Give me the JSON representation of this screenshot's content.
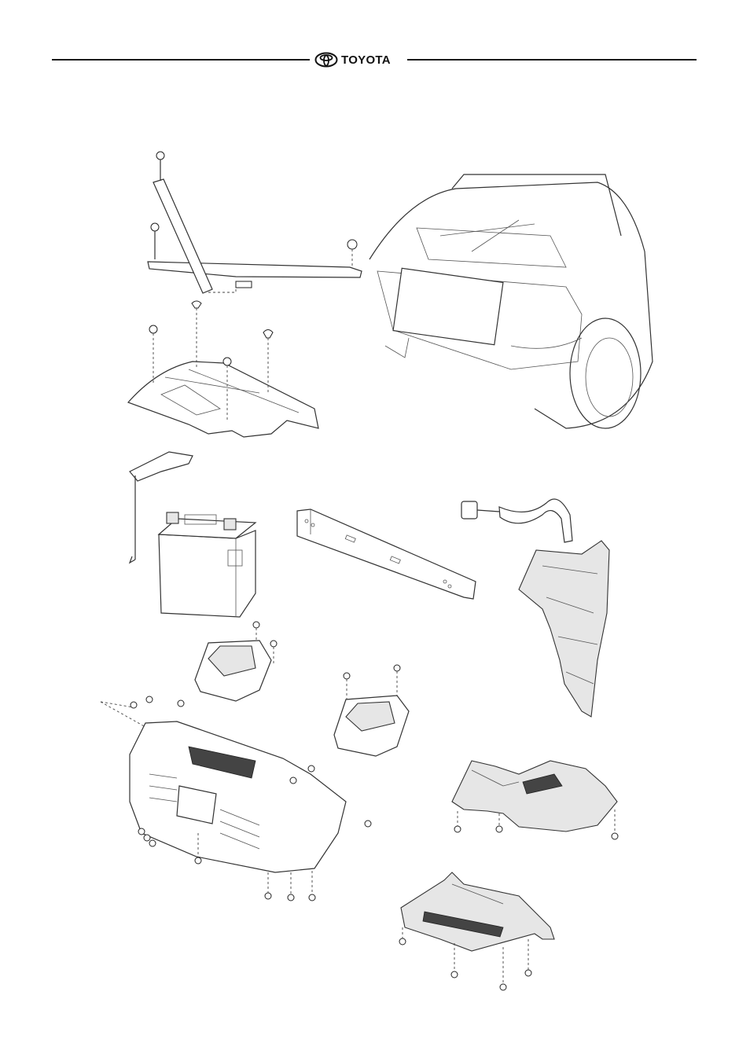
{
  "header": {
    "brand": "TOYOTA",
    "logo_icon": "toyota-emblem-icon"
  },
  "diagram": {
    "parts": [
      "strut-tower-brace",
      "engine-top-cover",
      "battery-hold-down-clamp",
      "battery",
      "front-bumper-reinforcement",
      "hose-with-label-tag",
      "fender-liner",
      "fog-lamp-left",
      "fog-lamp-right",
      "front-bumper-cover",
      "engine-under-cover-front",
      "engine-under-cover-rear",
      "vehicle-front-view"
    ]
  }
}
